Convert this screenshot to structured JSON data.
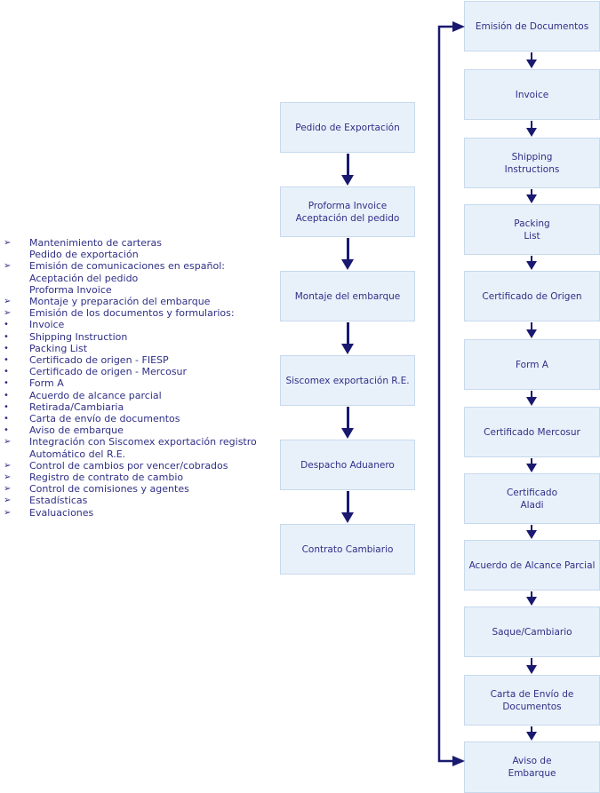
{
  "colors": {
    "background": "#ffffff",
    "box_fill": "#e8f1fa",
    "box_border": "#c7d9ec",
    "text": "#2f2f86",
    "arrow": "#191970"
  },
  "left_list": {
    "items": [
      {
        "bullet": "➢",
        "text": "Mantenimiento de carteras"
      },
      {
        "bullet": "",
        "text": "Pedido de exportación"
      },
      {
        "bullet": "➢",
        "text": "Emisión de comunicaciones en español:"
      },
      {
        "bullet": "",
        "text": "Aceptación del pedido"
      },
      {
        "bullet": "",
        "text": "Proforma Invoice"
      },
      {
        "bullet": "➢",
        "text": "Montaje y preparación del embarque"
      },
      {
        "bullet": "➢",
        "text": "Emisión de los documentos y formularios:"
      },
      {
        "bullet": "•",
        "text": "Invoice"
      },
      {
        "bullet": "•",
        "text": "Shipping Instruction"
      },
      {
        "bullet": "•",
        "text": "Packing List"
      },
      {
        "bullet": "•",
        "text": "Certificado de origen - FIESP"
      },
      {
        "bullet": "•",
        "text": "Certificado de origen - Mercosur"
      },
      {
        "bullet": "•",
        "text": "Form A"
      },
      {
        "bullet": "•",
        "text": "Acuerdo de alcance parcial"
      },
      {
        "bullet": "•",
        "text": "Retirada/Cambiaria"
      },
      {
        "bullet": "•",
        "text": "Carta de envío de documentos"
      },
      {
        "bullet": "•",
        "text": "Aviso de embarque"
      },
      {
        "bullet": "➢",
        "text": "Integración con Siscomex exportación registro"
      },
      {
        "bullet": "",
        "text": "Automático del R.E."
      },
      {
        "bullet": "➢",
        "text": "Control de cambios por vencer/cobrados"
      },
      {
        "bullet": "➢",
        "text": "Registro de contrato de cambio"
      },
      {
        "bullet": "➢",
        "text": "Control de comisiones y agentes"
      },
      {
        "bullet": "➢",
        "text": "Estadísticas"
      },
      {
        "bullet": "➢",
        "text": "Evaluaciones"
      }
    ]
  },
  "middle_flow": {
    "boxes": [
      {
        "label": "Pedido de Exportación"
      },
      {
        "label": [
          "Proforma Invoice",
          "Aceptación del pedido"
        ]
      },
      {
        "label": "Montaje del embarque"
      },
      {
        "label": "Siscomex exportación R.E."
      },
      {
        "label": "Despacho Aduanero"
      },
      {
        "label": "Contrato Cambiario"
      }
    ]
  },
  "right_flow": {
    "boxes": [
      {
        "label": "Emisión de Documentos"
      },
      {
        "label": "Invoice"
      },
      {
        "label": [
          "Shipping",
          "Instructions"
        ]
      },
      {
        "label": [
          "Packing",
          "List"
        ]
      },
      {
        "label": "Certificado de Origen"
      },
      {
        "label": "Form A"
      },
      {
        "label": "Certificado Mercosur"
      },
      {
        "label": [
          "Certificado",
          "Aladi"
        ]
      },
      {
        "label": "Acuerdo de Alcance Parcial"
      },
      {
        "label": "Saque/Cambiario"
      },
      {
        "label": [
          "Carta de Envío de",
          "Documentos"
        ]
      },
      {
        "label": [
          "Aviso de",
          "Embarque"
        ]
      }
    ]
  }
}
